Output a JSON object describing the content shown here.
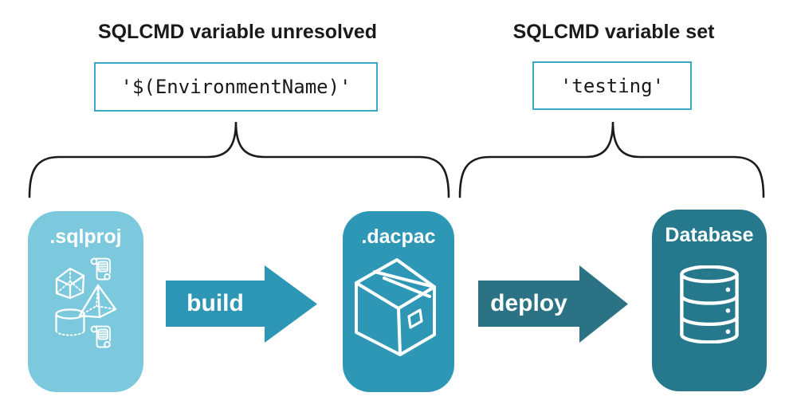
{
  "annotations": {
    "left": {
      "title": "SQLCMD variable unresolved",
      "code": "'$(EnvironmentName)'"
    },
    "right": {
      "title": "SQLCMD variable set",
      "code": "'testing'"
    }
  },
  "pipeline": {
    "nodes": [
      {
        "label": ".sqlproj",
        "color": "#7cc9dd",
        "icon": "sql-objects-icon"
      },
      {
        "label": ".dacpac",
        "color": "#2e97b5",
        "icon": "package-box-icon"
      },
      {
        "label": "Database",
        "color": "#26798c",
        "icon": "database-icon"
      }
    ],
    "arrows": [
      {
        "label": "build",
        "color": "#2e96b5"
      },
      {
        "label": "deploy",
        "color": "#2b7384"
      }
    ]
  },
  "colors": {
    "background": "#ffffff",
    "code_box_border": "#3aa9c8",
    "brace": "#1b1b1b",
    "heading_text": "#1a1a1a",
    "node_label_text": "#ffffff",
    "icon_stroke": "#ffffff"
  }
}
